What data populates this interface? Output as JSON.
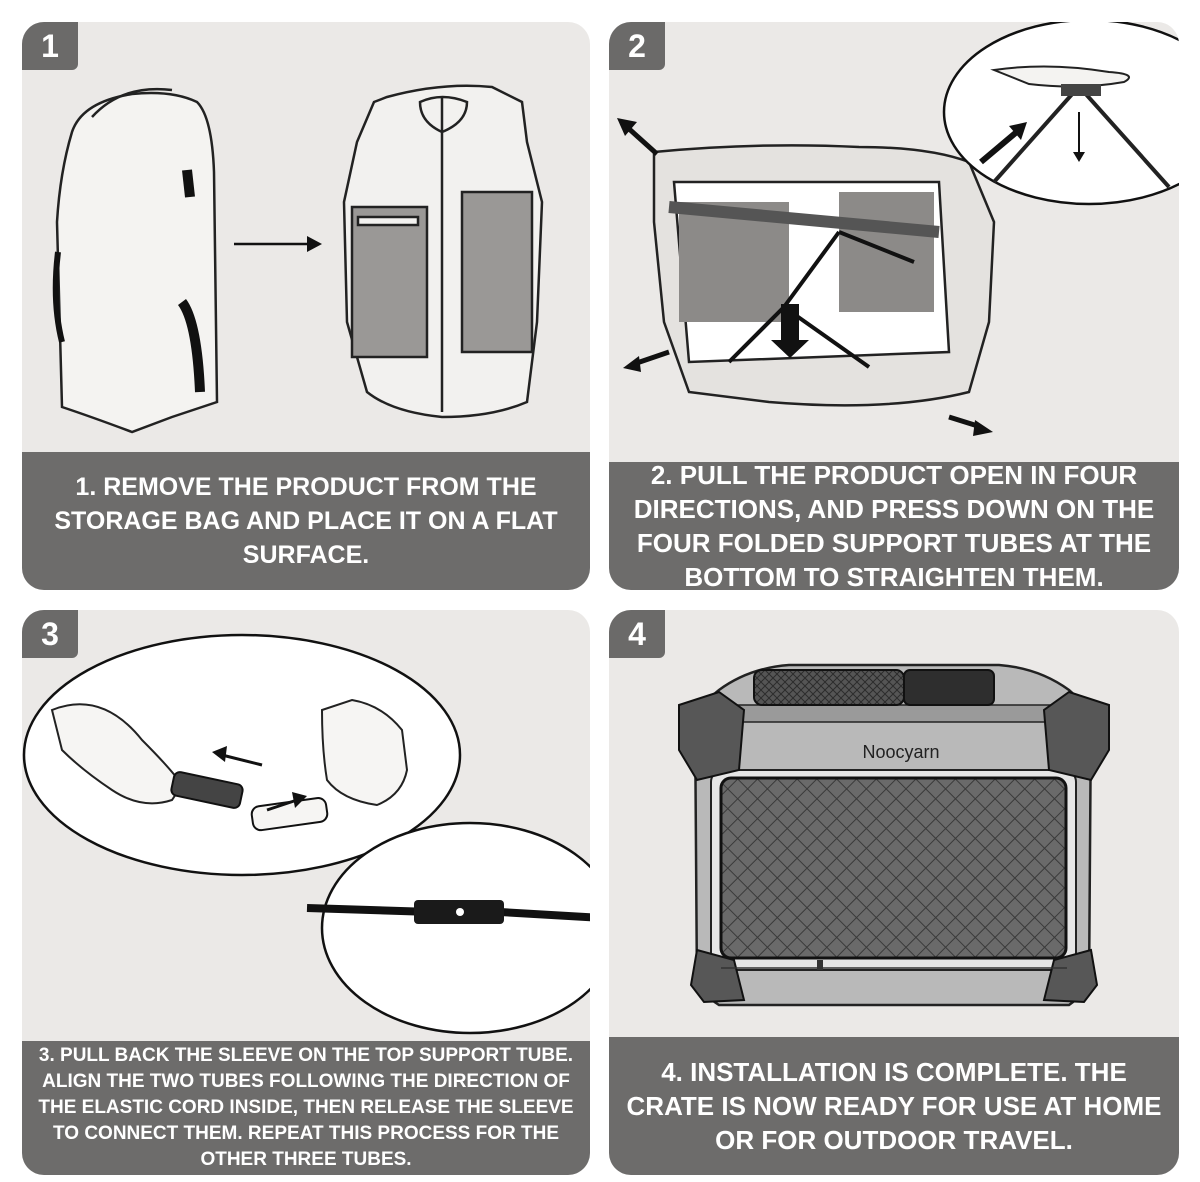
{
  "steps": [
    {
      "number": "1",
      "caption": "1. REMOVE THE PRODUCT FROM THE STORAGE BAG AND PLACE IT ON A FLAT SURFACE."
    },
    {
      "number": "2",
      "caption": "2. PULL THE PRODUCT OPEN IN FOUR DIRECTIONS, AND PRESS DOWN ON THE FOUR FOLDED SUPPORT  TUBES AT THE BOTTOM TO STRAIGHTEN THEM."
    },
    {
      "number": "3",
      "caption": "3. PULL BACK THE SLEEVE ON THE TOP SUPPORT TUBE.  ALIGN THE TWO TUBES FOLLOWING THE DIRECTION OF THE ELASTIC CORD INSIDE, THEN RELEASE THE SLEEVE TO CONNECT THEM. REPEAT THIS PROCESS FOR THE OTHER THREE TUBES."
    },
    {
      "number": "4",
      "caption": "4. INSTALLATION IS COMPLETE. THE CRATE IS NOW READY FOR USE AT HOME OR FOR OUTDOOR TRAVEL."
    }
  ],
  "brand_label": "Noocyarn",
  "colors": {
    "panel_bg": "#ebe9e7",
    "caption_bg": "#6d6c6b",
    "badge_bg": "#6b6a69",
    "text": "#ffffff"
  },
  "icons": [
    "storage-bag-icon",
    "folded-crate-icon",
    "arrow-right-icon",
    "opening-crate-icon",
    "press-tube-icon",
    "hands-tube-icon",
    "elastic-cord-icon",
    "crate-icon"
  ]
}
